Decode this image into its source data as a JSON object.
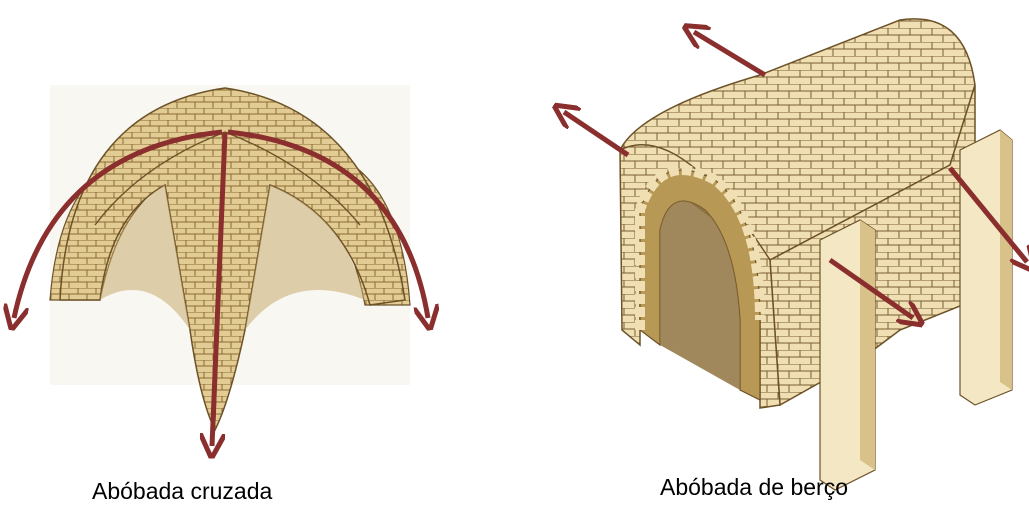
{
  "figures": [
    {
      "id": "left",
      "caption": "Abóbada cruzada"
    },
    {
      "id": "right",
      "caption": "Abóbada de berço"
    }
  ],
  "colors": {
    "stone_light": "#f1e2b8",
    "stone_mid": "#dcc489",
    "stone_dark": "#b89855",
    "mortar": "#8a6a35",
    "arrow": "#8b2e2e",
    "background": "#ffffff"
  }
}
